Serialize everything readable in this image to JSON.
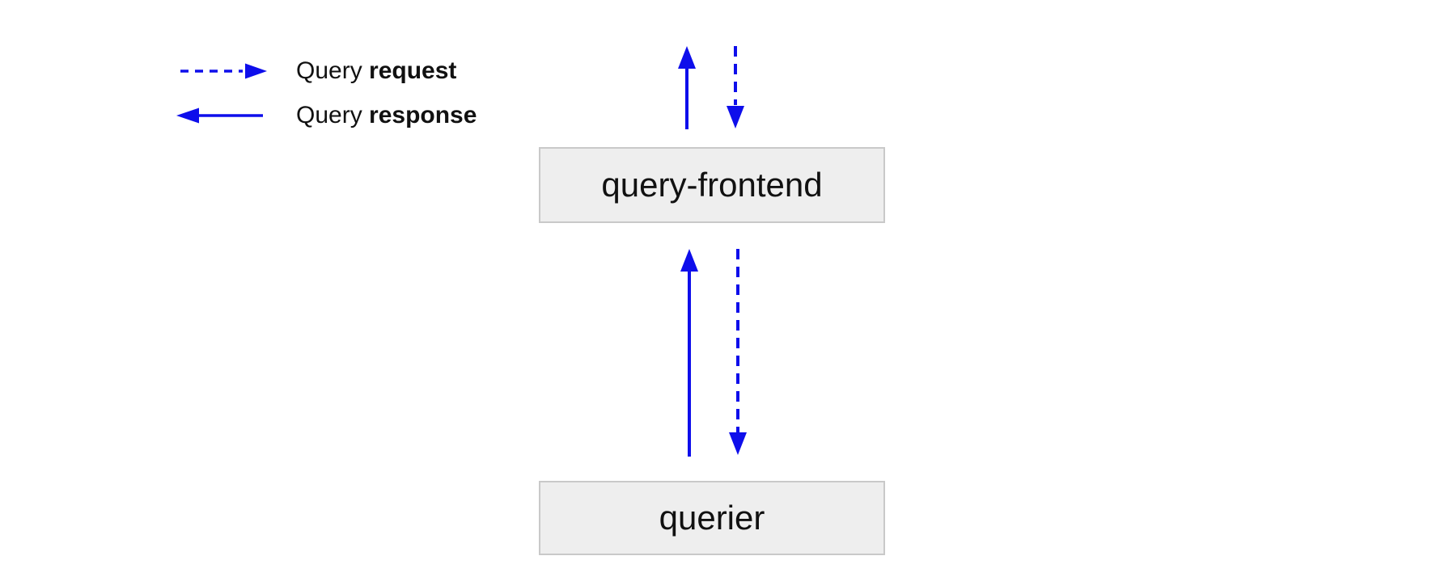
{
  "diagram": {
    "title": "query path diagram",
    "background": "#ffffff"
  },
  "colors": {
    "arrow": "#0e0eeb",
    "node_fill": "#eeeeee",
    "node_border": "#c9c9c9",
    "label_text": "#111111"
  },
  "legend": {
    "items": [
      {
        "id": "query-request",
        "arrow_style": "dashed",
        "arrow_direction": "right",
        "label_prefix": "Query ",
        "label_emphasis": "request"
      },
      {
        "id": "query-response",
        "arrow_style": "solid",
        "arrow_direction": "left",
        "label_prefix": "Query ",
        "label_emphasis": "response"
      }
    ]
  },
  "nodes": [
    {
      "id": "query-frontend",
      "label": "query-frontend"
    },
    {
      "id": "querier",
      "label": "querier"
    }
  ],
  "edges": [
    {
      "id": "frontend-response-up",
      "location": "above-query-frontend",
      "style": "solid",
      "direction": "up",
      "meaning": "Query response"
    },
    {
      "id": "frontend-request-down",
      "location": "above-query-frontend",
      "style": "dashed",
      "direction": "down",
      "meaning": "Query request"
    },
    {
      "id": "querier-response-up",
      "location": "query-frontend-to-querier",
      "style": "solid",
      "direction": "up",
      "meaning": "Query response"
    },
    {
      "id": "querier-request-down",
      "location": "query-frontend-to-querier",
      "style": "dashed",
      "direction": "down",
      "meaning": "Query request"
    }
  ]
}
